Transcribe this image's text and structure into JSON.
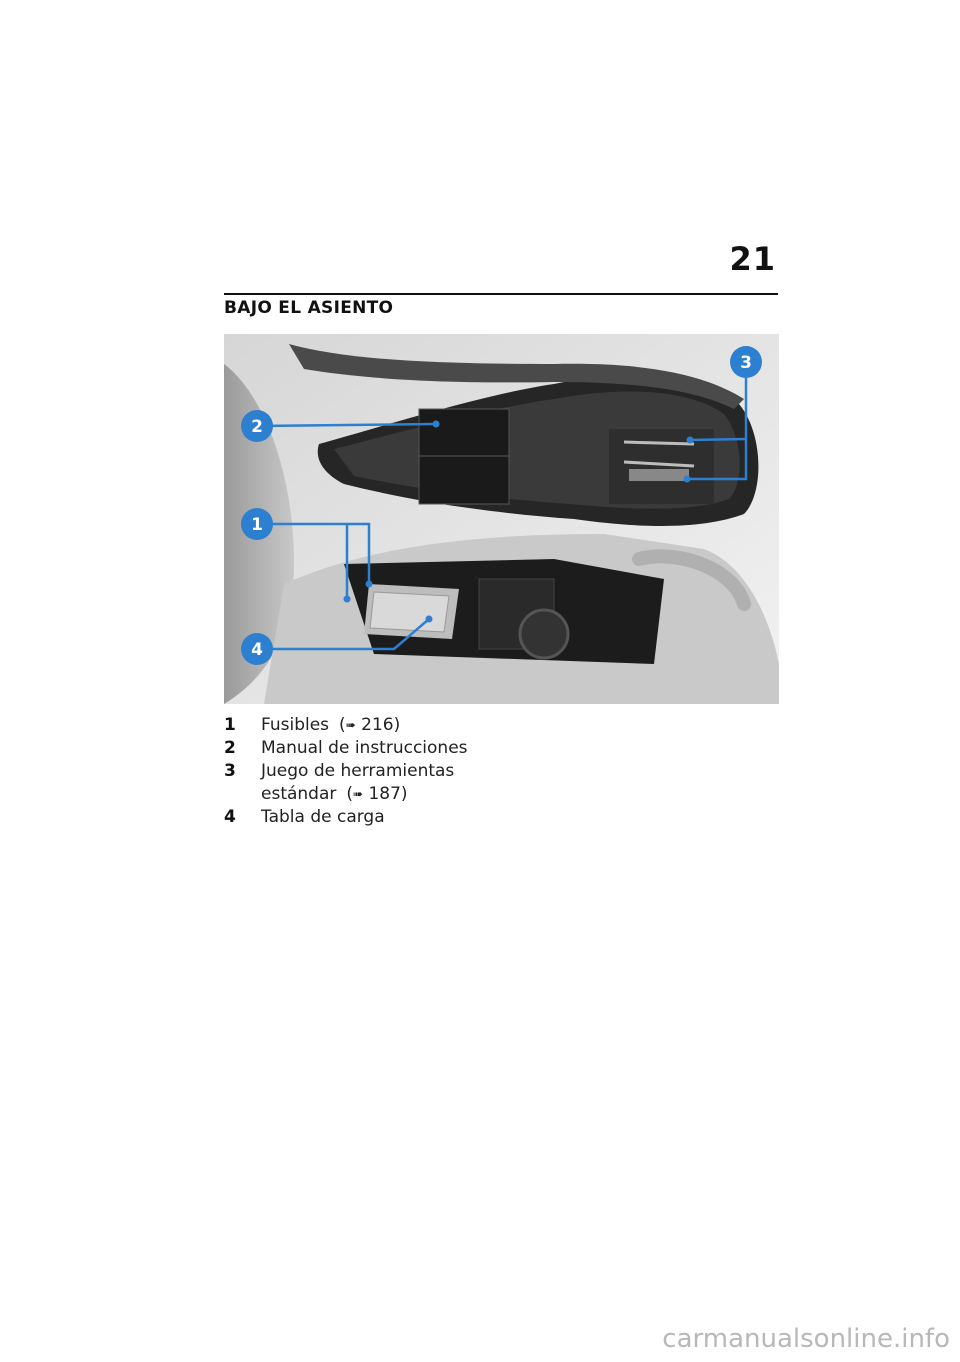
{
  "page": {
    "number": "21",
    "section_title": "BAJO EL ASIENTO"
  },
  "figure": {
    "callouts": [
      "1",
      "2",
      "3",
      "4"
    ],
    "accent_color": "#2d7fd0"
  },
  "legend": [
    {
      "num": "1",
      "text": "Fusibles",
      "ref": "216)",
      "ref_prefix": "("
    },
    {
      "num": "2",
      "text": "Manual de instrucciones"
    },
    {
      "num": "3",
      "text": "Juego de herramientas",
      "text2": "estándar",
      "ref": "187)",
      "ref_prefix": "("
    },
    {
      "num": "4",
      "text": "Tabla de carga"
    }
  ],
  "watermark": "carmanualsonline.info"
}
